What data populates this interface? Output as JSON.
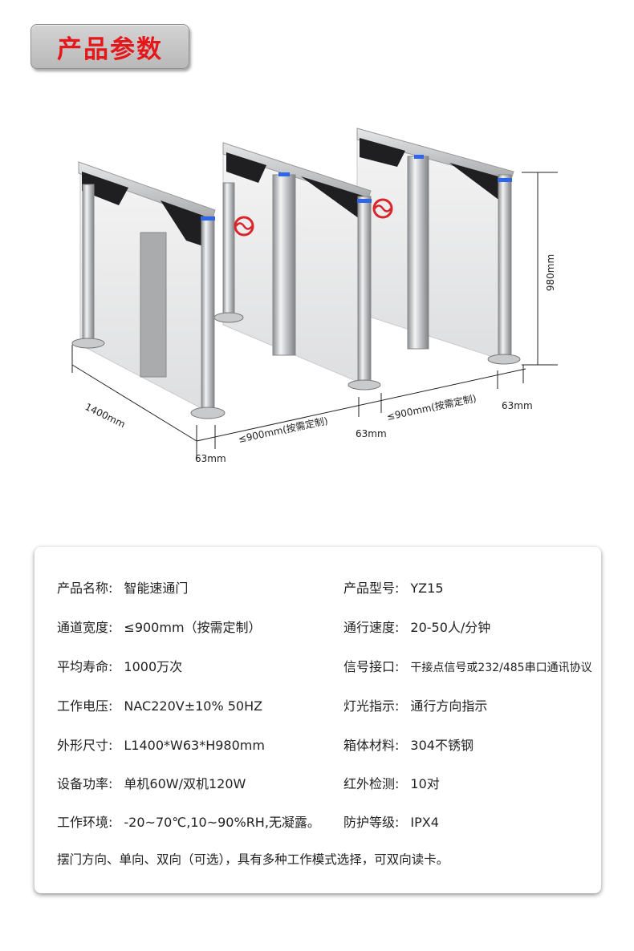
{
  "header": {
    "title": "产品参数"
  },
  "dimensions": {
    "height": "980mm",
    "length": "1400mm",
    "width_left_post": "63mm",
    "lane_front": "≤900mm(按需定制)",
    "width_mid_post": "63mm",
    "lane_back": "≤900mm(按需定制)",
    "width_right_post": "63mm"
  },
  "specs": {
    "name": {
      "label": "产品名称:",
      "value": "智能速通门"
    },
    "model": {
      "label": "产品型号:",
      "value": "YZ15"
    },
    "lane_width": {
      "label": "通道宽度:",
      "value": "≤900mm（按需定制）"
    },
    "speed": {
      "label": "通行速度:",
      "value": "20-50人/分钟"
    },
    "lifespan": {
      "label": "平均寿命:",
      "value": "1000万次"
    },
    "signal": {
      "label": "信号接口:",
      "value": "干接点信号或232/485串口通讯协议"
    },
    "voltage": {
      "label": "工作电压:",
      "value": "NAC220V±10% 50HZ"
    },
    "light": {
      "label": "灯光指示:",
      "value": "通行方向指示"
    },
    "size": {
      "label": "外形尺寸:",
      "value": "L1400*W63*H980mm"
    },
    "material": {
      "label": "箱体材料:",
      "value": "304不锈钢"
    },
    "power": {
      "label": "设备功率:",
      "value": "单机60W/双机120W"
    },
    "infrared": {
      "label": "红外检测:",
      "value": "10对"
    },
    "environment": {
      "label": "工作环境:",
      "value": "-20~70℃,10~90%RH,无凝露。"
    },
    "protection": {
      "label": "防护等级:",
      "value": "IPX4"
    },
    "note": "摆门方向、单向、双向（可选），具有多种工作模式选择，可双向读卡。"
  },
  "colors": {
    "title_red": "#e4171a",
    "logo_red": "#d8262b",
    "led_blue": "#2f66e8"
  },
  "icons": [
    "company-logo-icon"
  ]
}
